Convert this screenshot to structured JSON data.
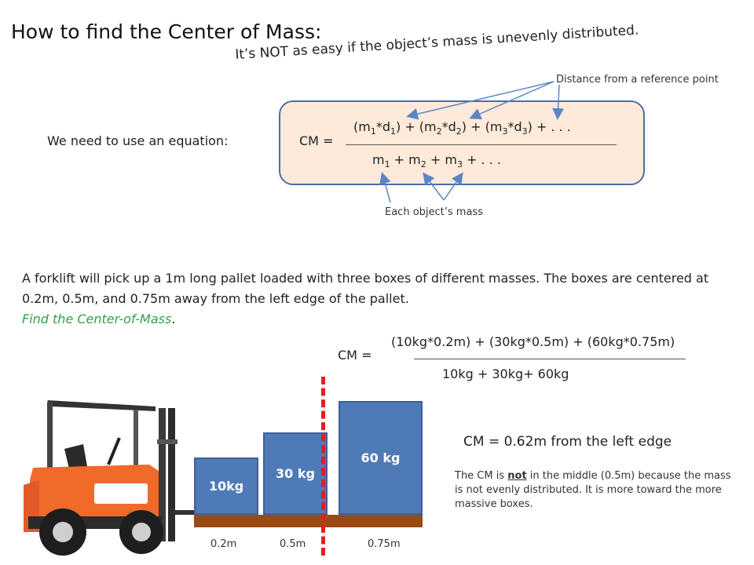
{
  "title": "How to find the Center of Mass:",
  "subtitle": "It’s NOT as easy if the object’s mass is unevenly distributed.",
  "annotations": {
    "distance": "Distance from a reference point",
    "mass": "Each object’s mass"
  },
  "equation": {
    "intro": "We need to use an equation:",
    "lhs": "CM =",
    "numerator": {
      "p1": "(m",
      "s1": "1",
      "p2": "*d",
      "s2": "1",
      "p3": ") + (m",
      "s3": "2",
      "p4": "*d",
      "s4": "2",
      "p5": ") + (m",
      "s5": "3",
      "p6": "*d",
      "s6": "3",
      "p7": ") + . . ."
    },
    "denominator": {
      "p1": "m",
      "s1": "1",
      "p2": " + m",
      "s2": "2",
      "p3": " + m",
      "s3": "3",
      "p4": " + . . ."
    }
  },
  "problem": {
    "text": "A forklift will pick up a 1m long pallet loaded with three boxes of different masses.  The boxes are centered  at 0.2m, 0.5m, and 0.75m away from the left edge of the pallet.",
    "find": "Find the Center-of-Mass",
    "find_end": "."
  },
  "calculation": {
    "lhs": "CM =",
    "numerator": "(10kg*0.2m) + (30kg*0.5m) + (60kg*0.75m)",
    "denominator": "10kg  + 30kg+ 60kg"
  },
  "result": "CM = 0.62m from the left edge",
  "explanation": {
    "before": "The CM is ",
    "emph": "not",
    "after": " in the middle (0.5m) because the mass is not evenly distributed.  It is more toward the more massive boxes."
  },
  "boxes": [
    {
      "label": "10kg"
    },
    {
      "label": "30 kg"
    },
    {
      "label": "60 kg"
    }
  ],
  "positions": [
    "0.2m",
    "0.5m",
    "0.75m"
  ],
  "colors": {
    "box_fill": "#4f7ab8",
    "pallet": "#9a4b12",
    "cm_line": "#e02020",
    "eq_box_fill": "#fdeadb",
    "eq_box_border": "#4a6fa8",
    "arrow": "#5b86c4",
    "find_text": "#2ea34a"
  }
}
